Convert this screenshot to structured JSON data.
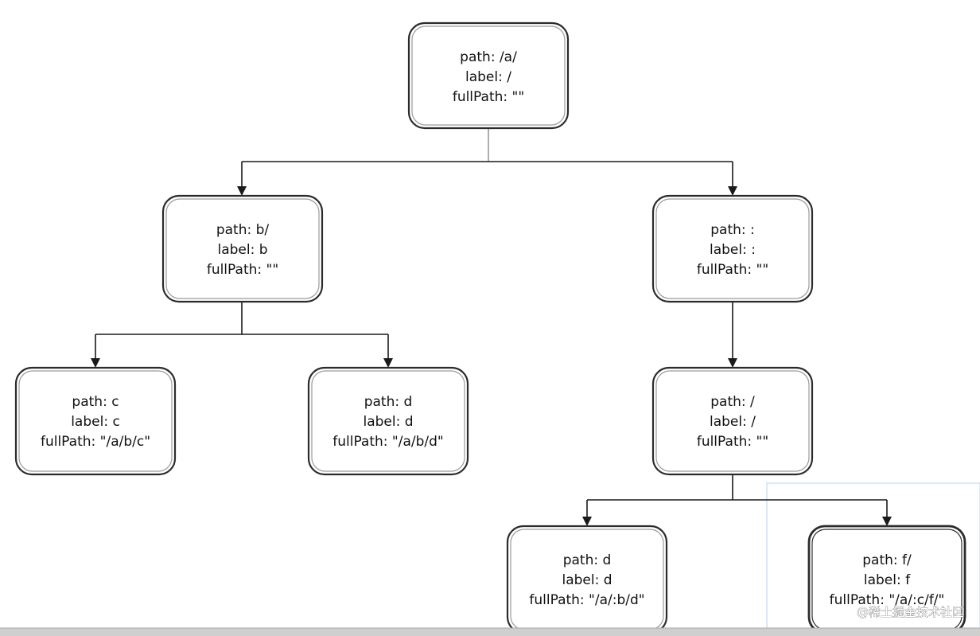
{
  "nodes": {
    "root": {
      "path": "path: /a/",
      "label": "label: /",
      "fullPath": "fullPath: \"\""
    },
    "b": {
      "path": "path: b/",
      "label": "label: b",
      "fullPath": "fullPath: \"\""
    },
    "colon": {
      "path": "path: :",
      "label": "label: :",
      "fullPath": "fullPath: \"\""
    },
    "c": {
      "path": "path: c",
      "label": "label: c",
      "fullPath": "fullPath: \"/a/b/c\""
    },
    "d1": {
      "path": "path: d",
      "label": "label: d",
      "fullPath": "fullPath: \"/a/b/d\""
    },
    "slash": {
      "path": "path: /",
      "label": "label: /",
      "fullPath": "fullPath: \"\""
    },
    "d2": {
      "path": "path: d",
      "label": "label: d",
      "fullPath": "fullPath: \"/a/:b/d\""
    },
    "f": {
      "path": "path: f/",
      "label": "label: f",
      "fullPath": "fullPath: \"/a/:c/f/\""
    }
  },
  "watermark": "@稀土掘金技术社区"
}
